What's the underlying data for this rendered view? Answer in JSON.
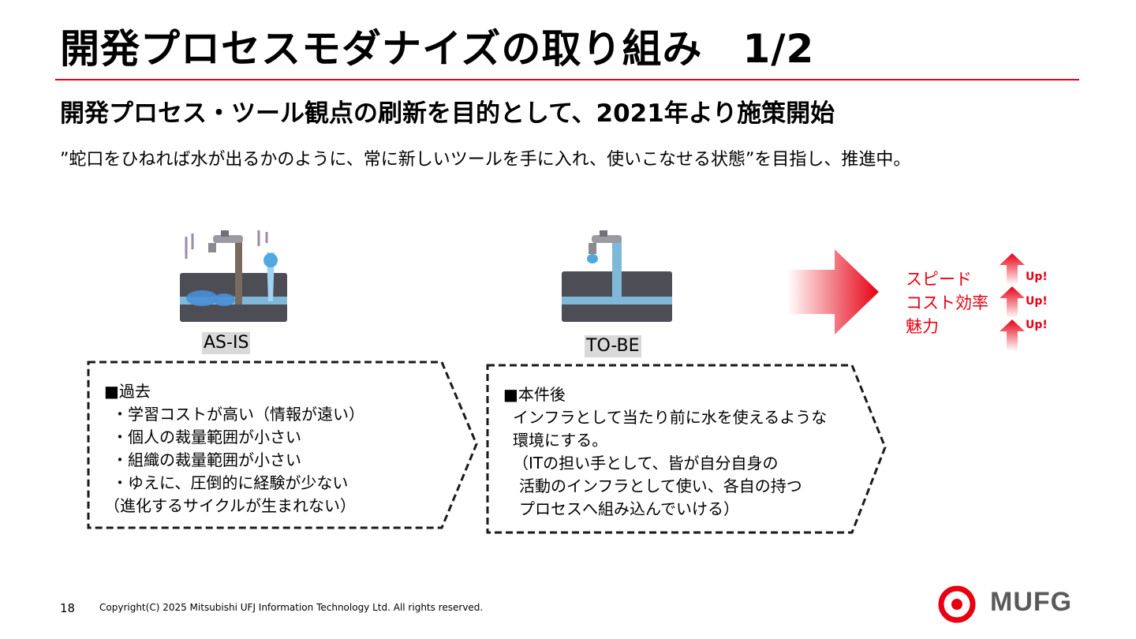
{
  "header": {
    "title": "開発プロセスモダナイズの取り組み　1/2",
    "subtitle": "開発プロセス・ツール観点の刷新を目的として、2021年より施策開始",
    "lead": "”蛇口をひねれば水が出るかのように、常に新しいツールを手に入れ、使いこなせる状態”を目指し、推進中。"
  },
  "as_is": {
    "label": "AS-IS",
    "heading": "■過去",
    "lines": [
      "・学習コストが高い（情報が遠い）",
      "・個人の裁量範囲が小さい",
      "・組織の裁量範囲が小さい",
      "・ゆえに、圧倒的に経験が少ない",
      "（進化するサイクルが生まれない）"
    ]
  },
  "to_be": {
    "label": "TO-BE",
    "heading": "■本件後",
    "lines": [
      "インフラとして当たり前に水を使えるような",
      "環境にする。",
      "（ITの担い手として、皆が自分自身の",
      "活動のインフラとして使い、各自の持つ",
      "プロセスへ組み込んでいける）"
    ]
  },
  "results": {
    "items": [
      {
        "label": "スピード",
        "badge": "Up!"
      },
      {
        "label": "コスト効率",
        "badge": "Up!"
      },
      {
        "label": "魅力",
        "badge": "Up!"
      }
    ],
    "accent_color": "#e60012"
  },
  "footer": {
    "page_number": "18",
    "copyright": "Copyright(C) 2025 Mitsubishi UFJ Information Technology Ltd.  All rights reserved.",
    "logo_text": "MUFG"
  }
}
